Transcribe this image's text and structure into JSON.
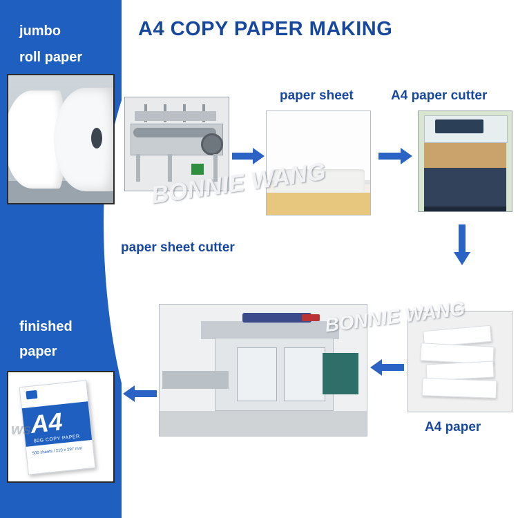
{
  "title": "A4 COPY PAPER MAKING",
  "labels": {
    "jumbo_roll": "jumbo\nroll paper",
    "jumbo_roll_line1": "jumbo",
    "jumbo_roll_line2": "roll paper",
    "paper_sheet": "paper sheet",
    "a4_paper_cutter": "A4 paper cutter",
    "paper_sheet_cutter": "paper sheet cutter",
    "a4_paper": "A4 paper",
    "finished_paper_line1": "finished",
    "finished_paper_line2": "paper"
  },
  "watermarks": {
    "one": "BONNIE WANG",
    "two": "BONNIE WANG",
    "photo": "ws"
  },
  "ream": {
    "brand": "A4",
    "sub": "80G COPY PAPER",
    "small": "500 sheets / 210 x 297 mm"
  },
  "colors": {
    "brand_blue": "#1f5fc0",
    "label_blue": "#17489e",
    "arrow_blue": "#2a63c4",
    "white": "#ffffff"
  },
  "icons": {
    "arrow_right": "arrow-right-icon",
    "arrow_down": "arrow-down-icon",
    "arrow_left": "arrow-left-icon"
  }
}
